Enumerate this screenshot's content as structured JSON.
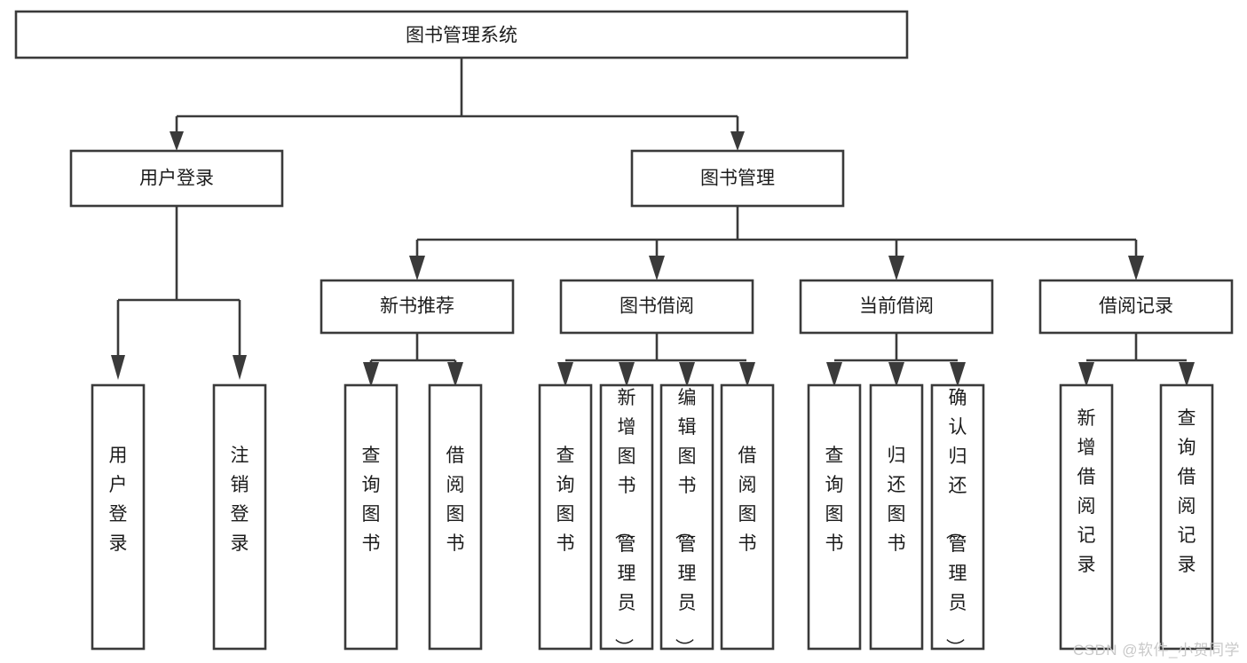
{
  "diagram": {
    "type": "tree-hierarchy-chart",
    "title": "图书管理系统",
    "watermark": "CSDN @软件_小贺同学",
    "stroke_color": "#3a3a3a",
    "fill_color": "#ffffff",
    "text_color": "#1c1c1c",
    "levels": {
      "root": {
        "label": "图书管理系统"
      },
      "level2": [
        {
          "id": "user-login",
          "label": "用户登录"
        },
        {
          "id": "book-manage",
          "label": "图书管理"
        }
      ],
      "level3": [
        {
          "id": "new-book-recommend",
          "label": "新书推荐"
        },
        {
          "id": "book-borrow",
          "label": "图书借阅"
        },
        {
          "id": "current-borrow",
          "label": "当前借阅"
        },
        {
          "id": "borrow-record",
          "label": "借阅记录"
        }
      ],
      "level4": {
        "user_login_children": [
          {
            "id": "leaf-user-login",
            "label": "用户登录"
          },
          {
            "id": "leaf-user-logout",
            "label": "注销登录"
          }
        ],
        "new_book_recommend_children": [
          {
            "id": "leaf-query-book-1",
            "label": "查询图书"
          },
          {
            "id": "leaf-borrow-book-1",
            "label": "借阅图书"
          }
        ],
        "book_borrow_children": [
          {
            "id": "leaf-query-book-2",
            "label": "查询图书"
          },
          {
            "id": "leaf-add-book",
            "label": "新增图书（管理员）"
          },
          {
            "id": "leaf-edit-book",
            "label": "编辑图书（管理员）"
          },
          {
            "id": "leaf-borrow-book-2",
            "label": "借阅图书"
          }
        ],
        "current_borrow_children": [
          {
            "id": "leaf-query-book-3",
            "label": "查询图书"
          },
          {
            "id": "leaf-return-book",
            "label": "归还图书"
          },
          {
            "id": "leaf-confirm-return",
            "label": "确认归还（管理员）"
          }
        ],
        "borrow_record_children": [
          {
            "id": "leaf-add-record",
            "label": "新增借阅记录"
          },
          {
            "id": "leaf-query-record",
            "label": "查询借阅记录"
          }
        ]
      }
    }
  }
}
